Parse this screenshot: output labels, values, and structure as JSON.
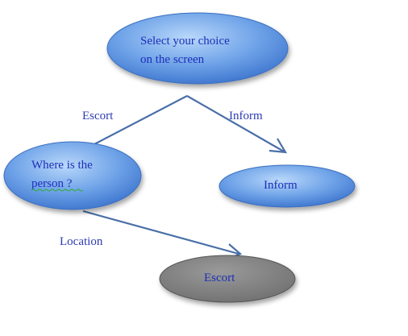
{
  "nodes": {
    "select_choice": {
      "line1": "Select your choice",
      "line2": "on the screen"
    },
    "where_person": {
      "line1": "Where is the",
      "line2": "person ?"
    },
    "inform": {
      "label": "Inform"
    },
    "escort": {
      "label": "Escort"
    }
  },
  "edges": {
    "escort_label": "Escort",
    "inform_label": "Inform",
    "location_label": "Location"
  },
  "colors": {
    "blue_node_light": "#a9cdf7",
    "blue_node_dark": "#3f78cf",
    "gray_node": "#808080",
    "text": "#1d2fb8",
    "line": "#4a6fa8",
    "spellcheck_underline": "#3aa84a"
  }
}
